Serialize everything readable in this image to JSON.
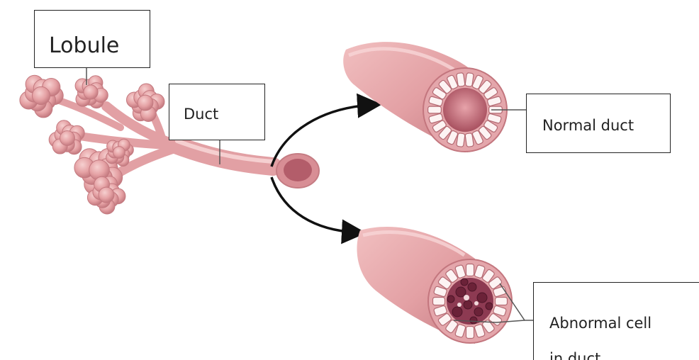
{
  "labels": {
    "lobule": "Lobule",
    "duct": "Duct",
    "normal_duct": "Normal duct",
    "abnormal_line1": "Abnormal cell",
    "abnormal_line2": "in duct"
  },
  "colors": {
    "tissue": "#e8a9aa",
    "tissue_dark": "#c97d82",
    "lumen": "#b35d6a",
    "abnormal_cells": "#7a2e45",
    "arrow": "#111111"
  }
}
